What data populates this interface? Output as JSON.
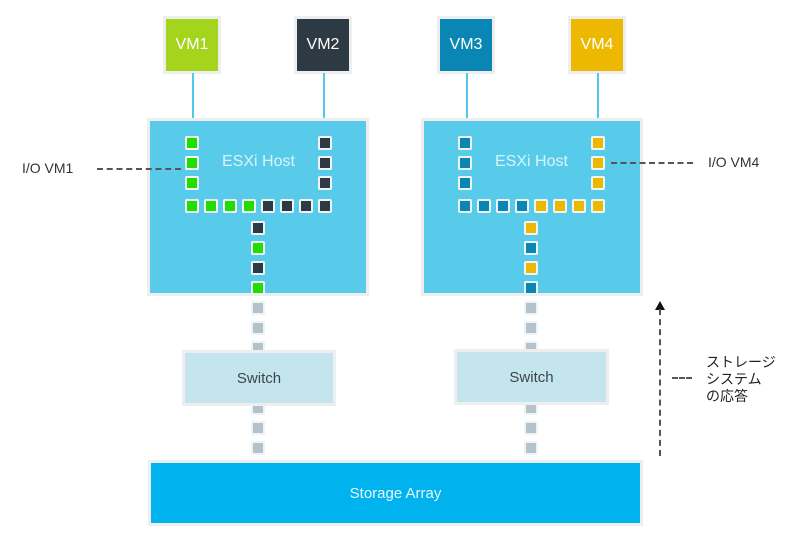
{
  "vms": [
    {
      "label": "VM1",
      "color": "#a4d41c"
    },
    {
      "label": "VM2",
      "color": "#2d3a44"
    },
    {
      "label": "VM3",
      "color": "#0a86b5"
    },
    {
      "label": "VM4",
      "color": "#ecb800"
    }
  ],
  "hosts": [
    {
      "label": "ESXi Host"
    },
    {
      "label": "ESXi Host"
    }
  ],
  "switches": [
    {
      "label": "Switch"
    },
    {
      "label": "Switch"
    }
  ],
  "storage": {
    "label": "Storage Array"
  },
  "annotations": {
    "io_vm1": "I/O VM1",
    "io_vm4": "I/O VM4",
    "storage_response": [
      "ストレージ",
      "システム",
      "の応答"
    ]
  },
  "io_colors": {
    "vm1": "#22dd00",
    "vm2": "#2d3a44",
    "vm3": "#0a86b5",
    "vm4": "#ecb800",
    "idle": "#b4c2cc"
  },
  "io_paths": {
    "host1": {
      "left_column": [
        "vm1",
        "vm1",
        "vm1"
      ],
      "right_column": [
        "vm2",
        "vm2",
        "vm2"
      ],
      "bottom_row": [
        "vm1",
        "vm1",
        "vm1",
        "vm1",
        "vm2",
        "vm2",
        "vm2",
        "vm2"
      ],
      "trunk": [
        "vm2",
        "vm1",
        "vm2",
        "vm1"
      ]
    },
    "host2": {
      "left_column": [
        "vm3",
        "vm3",
        "vm3"
      ],
      "right_column": [
        "vm4",
        "vm4",
        "vm4"
      ],
      "bottom_row": [
        "vm3",
        "vm3",
        "vm3",
        "vm3",
        "vm4",
        "vm4",
        "vm4",
        "vm4"
      ],
      "trunk": [
        "vm4",
        "vm3",
        "vm4",
        "vm3"
      ]
    },
    "links": {
      "host_to_switch": [
        "idle",
        "idle",
        "idle"
      ],
      "switch_to_storage": [
        "idle",
        "idle",
        "idle"
      ]
    }
  }
}
